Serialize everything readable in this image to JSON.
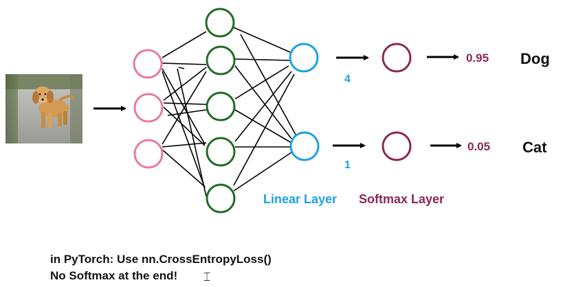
{
  "diagram": {
    "outputs": [
      {
        "logit": "4",
        "probability": "0.95",
        "class_label": "Dog"
      },
      {
        "logit": "1",
        "probability": "0.05",
        "class_label": "Cat"
      }
    ],
    "layer_labels": {
      "linear": "Linear Layer",
      "softmax": "Softmax Layer"
    },
    "colors": {
      "input_nodes": "#e9799e",
      "hidden_nodes": "#1f6b25",
      "linear_nodes": "#1ba1e2",
      "softmax_nodes": "#8b2752"
    },
    "input_image": "puppy-photo"
  },
  "note": {
    "line1": "in PyTorch: Use nn.CrossEntropyLoss()",
    "line2": "No Softmax at the end!"
  }
}
